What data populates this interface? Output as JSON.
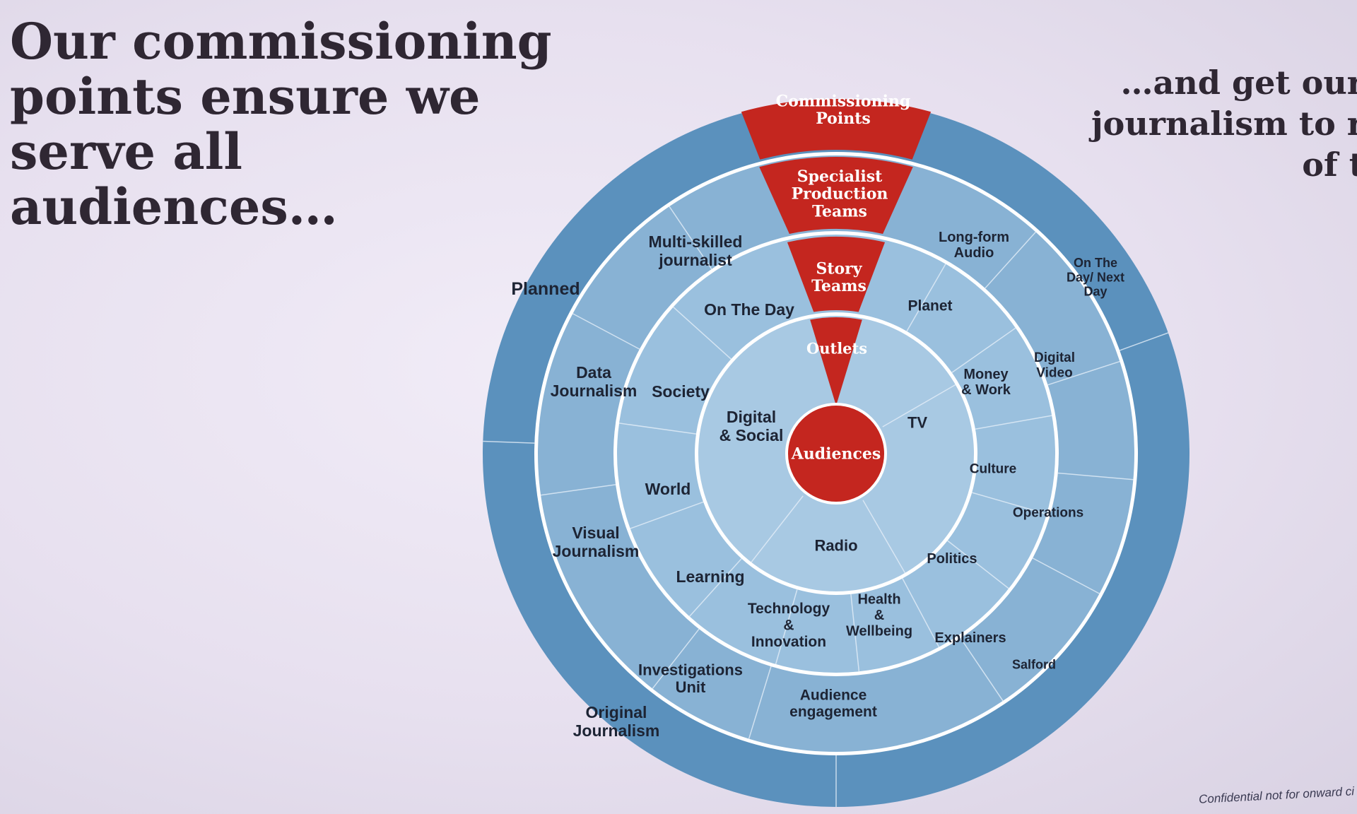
{
  "heading_left": [
    "Our commissioning",
    "points ensure we",
    "serve all",
    "audiences…"
  ],
  "heading_right": [
    "…and get our",
    "journalism to r",
    "of t"
  ],
  "footer_note": "Confidential not for onward ci",
  "colors": {
    "outer_ring": "#5b91bd",
    "mid_ring": "#88b2d4",
    "inner_ring": "#9ac0de",
    "core_ring": "#a8c9e3",
    "separator": "#ffffff",
    "highlight": "#c4261f"
  },
  "wedge": {
    "commissioning": "Commissioning\nPoints",
    "specialist": "Specialist\nProduction\nTeams",
    "story": "Story\nTeams",
    "outlets": "Outlets",
    "center": "Audiences"
  },
  "rings": {
    "commissioning_points": [
      "Planned",
      "On The\nDay/ Next\nDay",
      "Salford",
      "Original\nJournalism"
    ],
    "specialist_teams": [
      "Multi-skilled\njournalist",
      "Long-form\nAudio",
      "Digital\nVideo",
      "Operations",
      "Explainers",
      "Audience\nengagement",
      "Investigations\nUnit",
      "Visual\nJournalism",
      "Data\nJournalism"
    ],
    "story_teams": [
      "On The Day",
      "Planet",
      "Money\n& Work",
      "Culture",
      "Politics",
      "Health\n&\nWellbeing",
      "Technology\n&\nInnovation",
      "Learning",
      "World",
      "Society"
    ],
    "outlets": [
      "TV",
      "Radio",
      "Digital\n& Social"
    ]
  }
}
